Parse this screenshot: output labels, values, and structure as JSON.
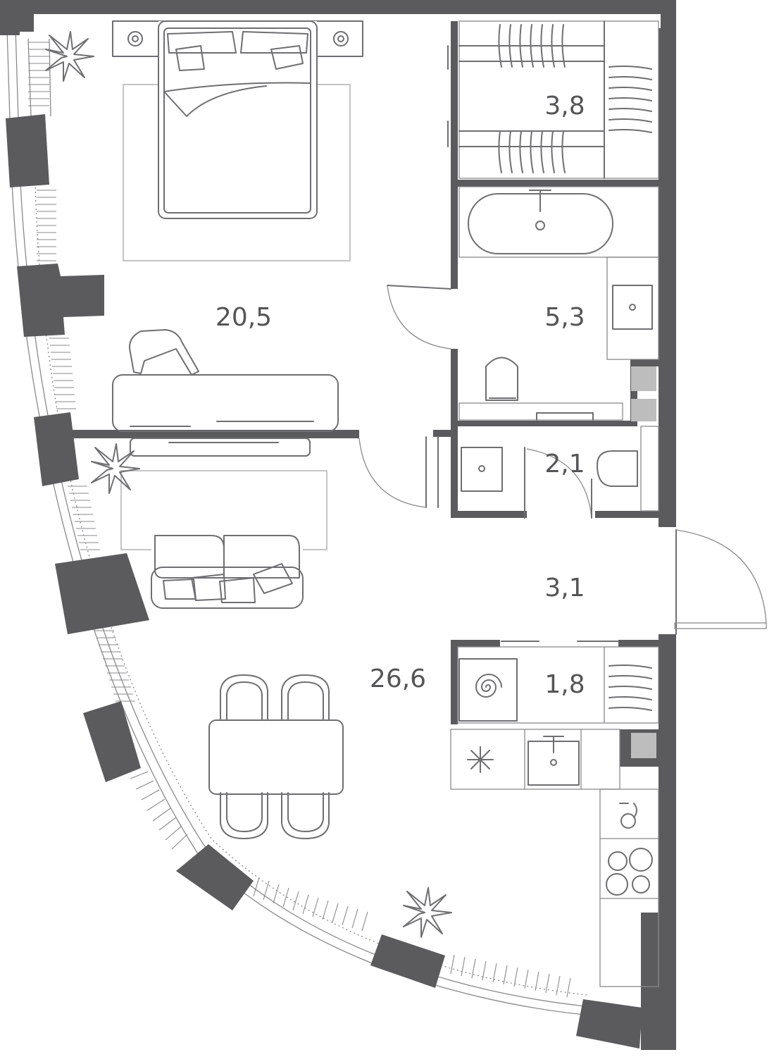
{
  "plan": {
    "colors": {
      "wall": "#5b5b5d",
      "line": "#6f6f72",
      "shaft": "#bdbdbd",
      "background": "#ffffff"
    },
    "rooms": [
      {
        "id": "bedroom",
        "area": "20,5"
      },
      {
        "id": "wardrobe",
        "area": "3,8"
      },
      {
        "id": "bathroom",
        "area": "5,3"
      },
      {
        "id": "wc",
        "area": "2,1"
      },
      {
        "id": "hallway",
        "area": "3,1"
      },
      {
        "id": "storage",
        "area": "1,8"
      },
      {
        "id": "living-kitchen",
        "area": "26,6"
      }
    ]
  }
}
